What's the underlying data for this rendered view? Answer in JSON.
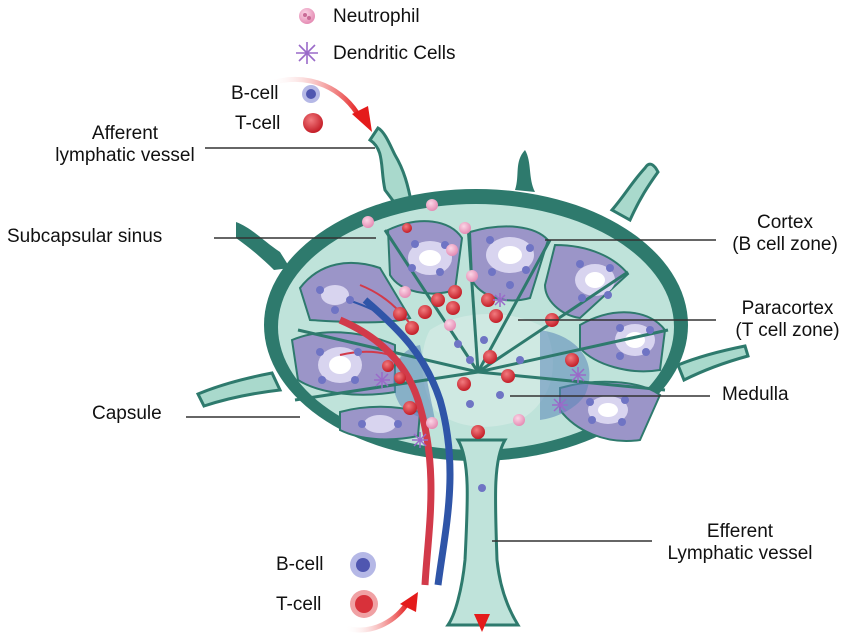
{
  "legend": {
    "neutrophil": "Neutrophil",
    "dendritic": "Dendritic Cells",
    "b_cell_top": "B-cell",
    "t_cell_top": "T-cell",
    "b_cell_bottom": "B-cell",
    "t_cell_bottom": "T-cell"
  },
  "labels": {
    "afferent_line1": "Afferent",
    "afferent_line2": "lymphatic vessel",
    "subcapsular": "Subcapsular sinus",
    "capsule": "Capsule",
    "cortex_line1": "Cortex",
    "cortex_line2": "(B cell zone)",
    "paracortex_line1": "Paracortex",
    "paracortex_line2": "(T cell zone)",
    "medulla": "Medulla",
    "efferent_line1": "Efferent",
    "efferent_line2": "Lymphatic vessel"
  },
  "colors": {
    "capsule": "#2e7a6d",
    "sinus": "#bfe3da",
    "follicle": "#9b95c8",
    "germinal_center": "#d8d4ef",
    "medulla_blue": "#5a86b8",
    "b_cell": "#6f74c4",
    "t_cell": "#d8313a",
    "neutrophil": "#f2a8c8",
    "dendritic": "#9a6ac9",
    "arrow": "#e41b1b",
    "artery": "#d23a4a",
    "vein": "#2f55a8"
  }
}
